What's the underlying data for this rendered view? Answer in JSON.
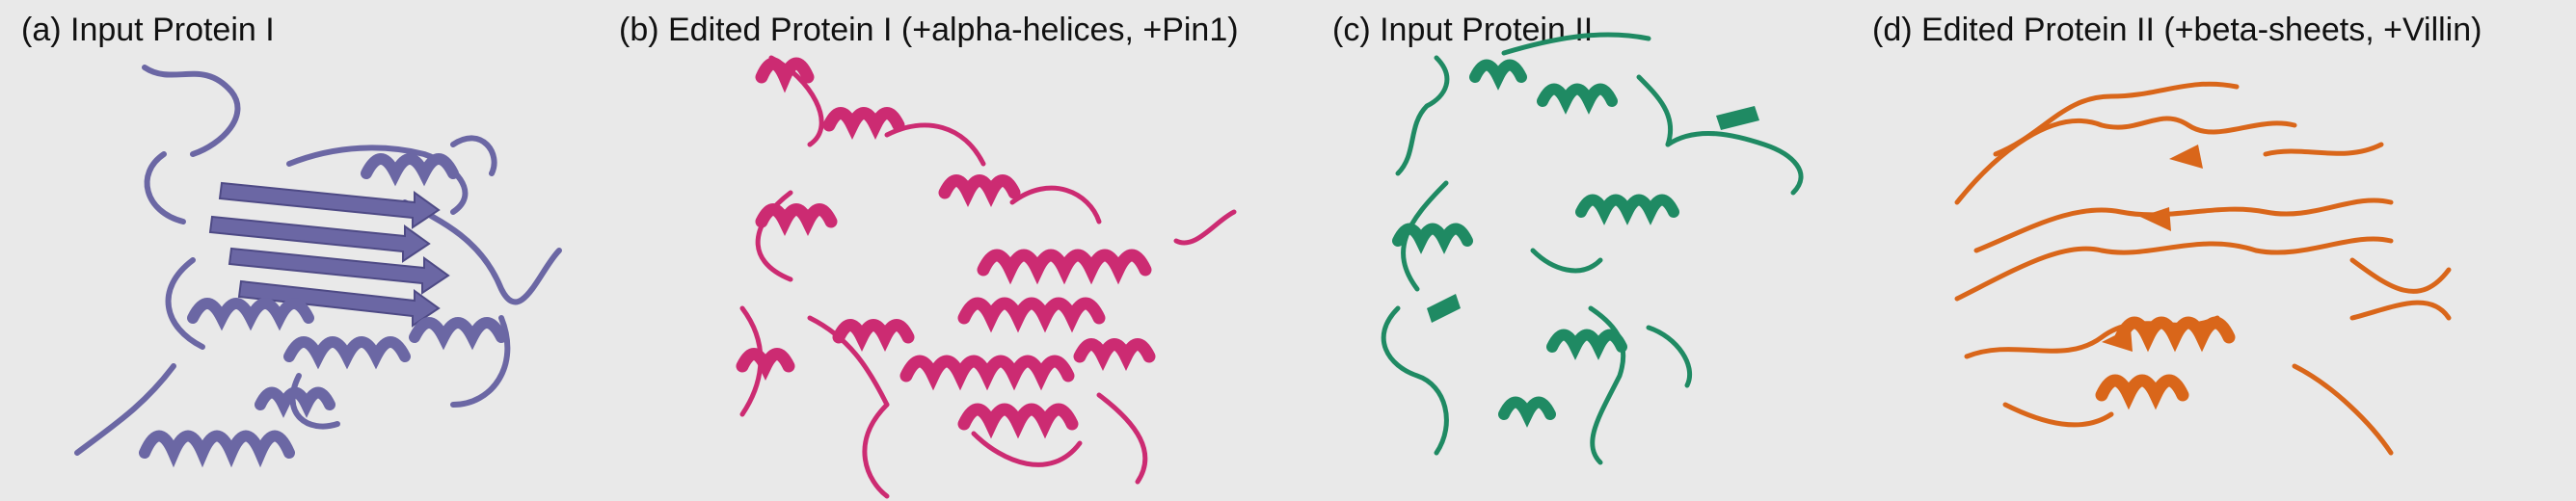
{
  "panels": [
    {
      "id": "a",
      "title": "(a) Input Protein I",
      "color": "#6b67a4"
    },
    {
      "id": "b",
      "title": "(b) Edited Protein I (+alpha-helices, +Pin1)",
      "color": "#cc2b72"
    },
    {
      "id": "c",
      "title": "(c) Input Protein II",
      "color": "#1f8a63"
    },
    {
      "id": "d",
      "title": "(d) Edited Protein II (+beta-sheets, +Villin)",
      "color": "#d9661a"
    }
  ]
}
